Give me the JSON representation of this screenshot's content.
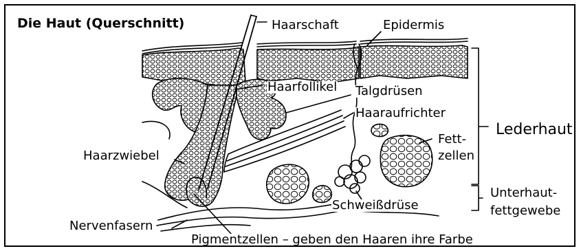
{
  "title": "Die Haut (Querschnitt)",
  "labels": {
    "haarschaft": "Haarschaft",
    "epidermis": "Epidermis",
    "haarfollikel": "Haarfollikel",
    "talgdruesen": "Talgdrüsen",
    "haaraufrichter": "Haaraufrichter",
    "haarzwiebel": "Haarzwiebel",
    "fett_line1": "Fett-",
    "fett_line2": "zellen",
    "schweissdruese": "Schweißdrüse",
    "nervenfasern": "Nervenfasern",
    "pigmentzellen": "Pigmentzellen – geben den Haaren ihre Farbe",
    "lederhaut": "Lederhaut",
    "unterhaut_line1": "Unterhaut-",
    "unterhaut_line2": "fettgewebe"
  },
  "colors": {
    "ink": "#000000",
    "background": "#ffffff"
  }
}
